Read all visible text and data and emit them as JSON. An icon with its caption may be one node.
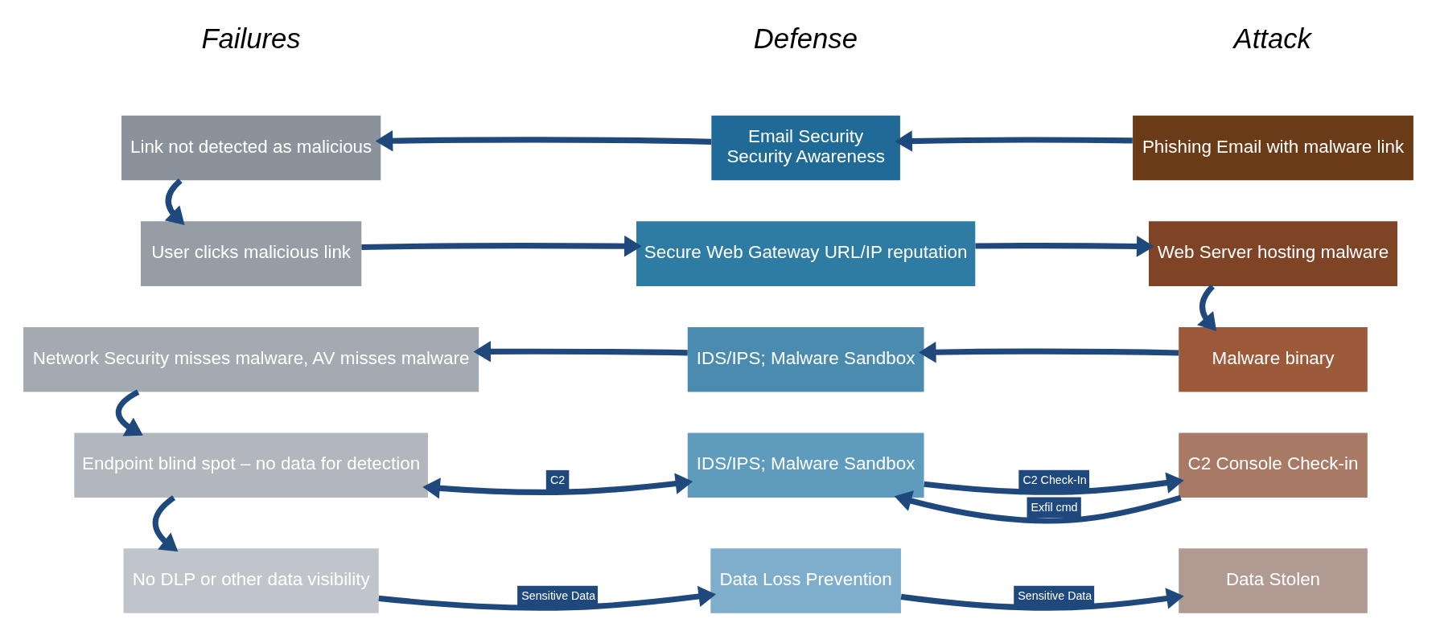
{
  "diagram": {
    "nodes": [
      {
        "text": [
          "Link not detected as malicious"
        ]
      },
      {
        "text": [
          "Email Security",
          "Security Awareness"
        ]
      },
      {
        "text": [
          "Phishing Email with malware link"
        ]
      },
      {
        "text": [
          "User clicks malicious link"
        ]
      },
      {
        "text": [
          "Secure Web Gateway URL/IP reputation"
        ]
      },
      {
        "text": [
          "Web Server hosting malware"
        ]
      },
      {
        "text": [
          "Network Security misses malware, AV misses malware"
        ]
      },
      {
        "text": [
          "IDS/IPS; Malware Sandbox"
        ]
      },
      {
        "text": [
          "Malware binary"
        ]
      },
      {
        "text": [
          "Endpoint blind spot – no data for detection"
        ]
      },
      {
        "text": [
          "IDS/IPS; Malware Sandbox"
        ]
      },
      {
        "text": [
          "C2 Console Check-in"
        ]
      },
      {
        "text": [
          "No DLP or other data visibility"
        ]
      },
      {
        "text": [
          "Data Loss Prevention"
        ]
      },
      {
        "text": [
          "Data Stolen"
        ]
      }
    ],
    "edges": [
      {
        "from": 2,
        "to": 1,
        "arrow": "to"
      },
      {
        "from": 1,
        "to": 0,
        "arrow": "to"
      },
      {
        "from": 0,
        "to": 3,
        "arrow": "to"
      },
      {
        "from": 3,
        "to": 4,
        "arrow": "to"
      },
      {
        "from": 4,
        "to": 5,
        "arrow": "to"
      },
      {
        "from": 5,
        "to": 8,
        "arrow": "to"
      },
      {
        "from": 8,
        "to": 7,
        "arrow": "to"
      },
      {
        "from": 7,
        "to": 6,
        "arrow": "to"
      },
      {
        "from": 6,
        "to": 9,
        "arrow": "to"
      },
      {
        "from": 9,
        "to": 10,
        "arrow": "both",
        "label": "C2"
      },
      {
        "from": 10,
        "to": 11,
        "arrow": "to",
        "label": "C2 Check-In"
      },
      {
        "from": 11,
        "to": 10,
        "arrow": "to",
        "label": "Exfil cmd"
      },
      {
        "from": 9,
        "to": 12,
        "arrow": "to"
      },
      {
        "from": 12,
        "to": 13,
        "arrow": "to",
        "label": "Sensitive Data"
      },
      {
        "from": 13,
        "to": 14,
        "arrow": "to",
        "label": "Sensitive Data"
      }
    ],
    "labels": [
      "Failures",
      "Defense",
      "Attack"
    ]
  }
}
